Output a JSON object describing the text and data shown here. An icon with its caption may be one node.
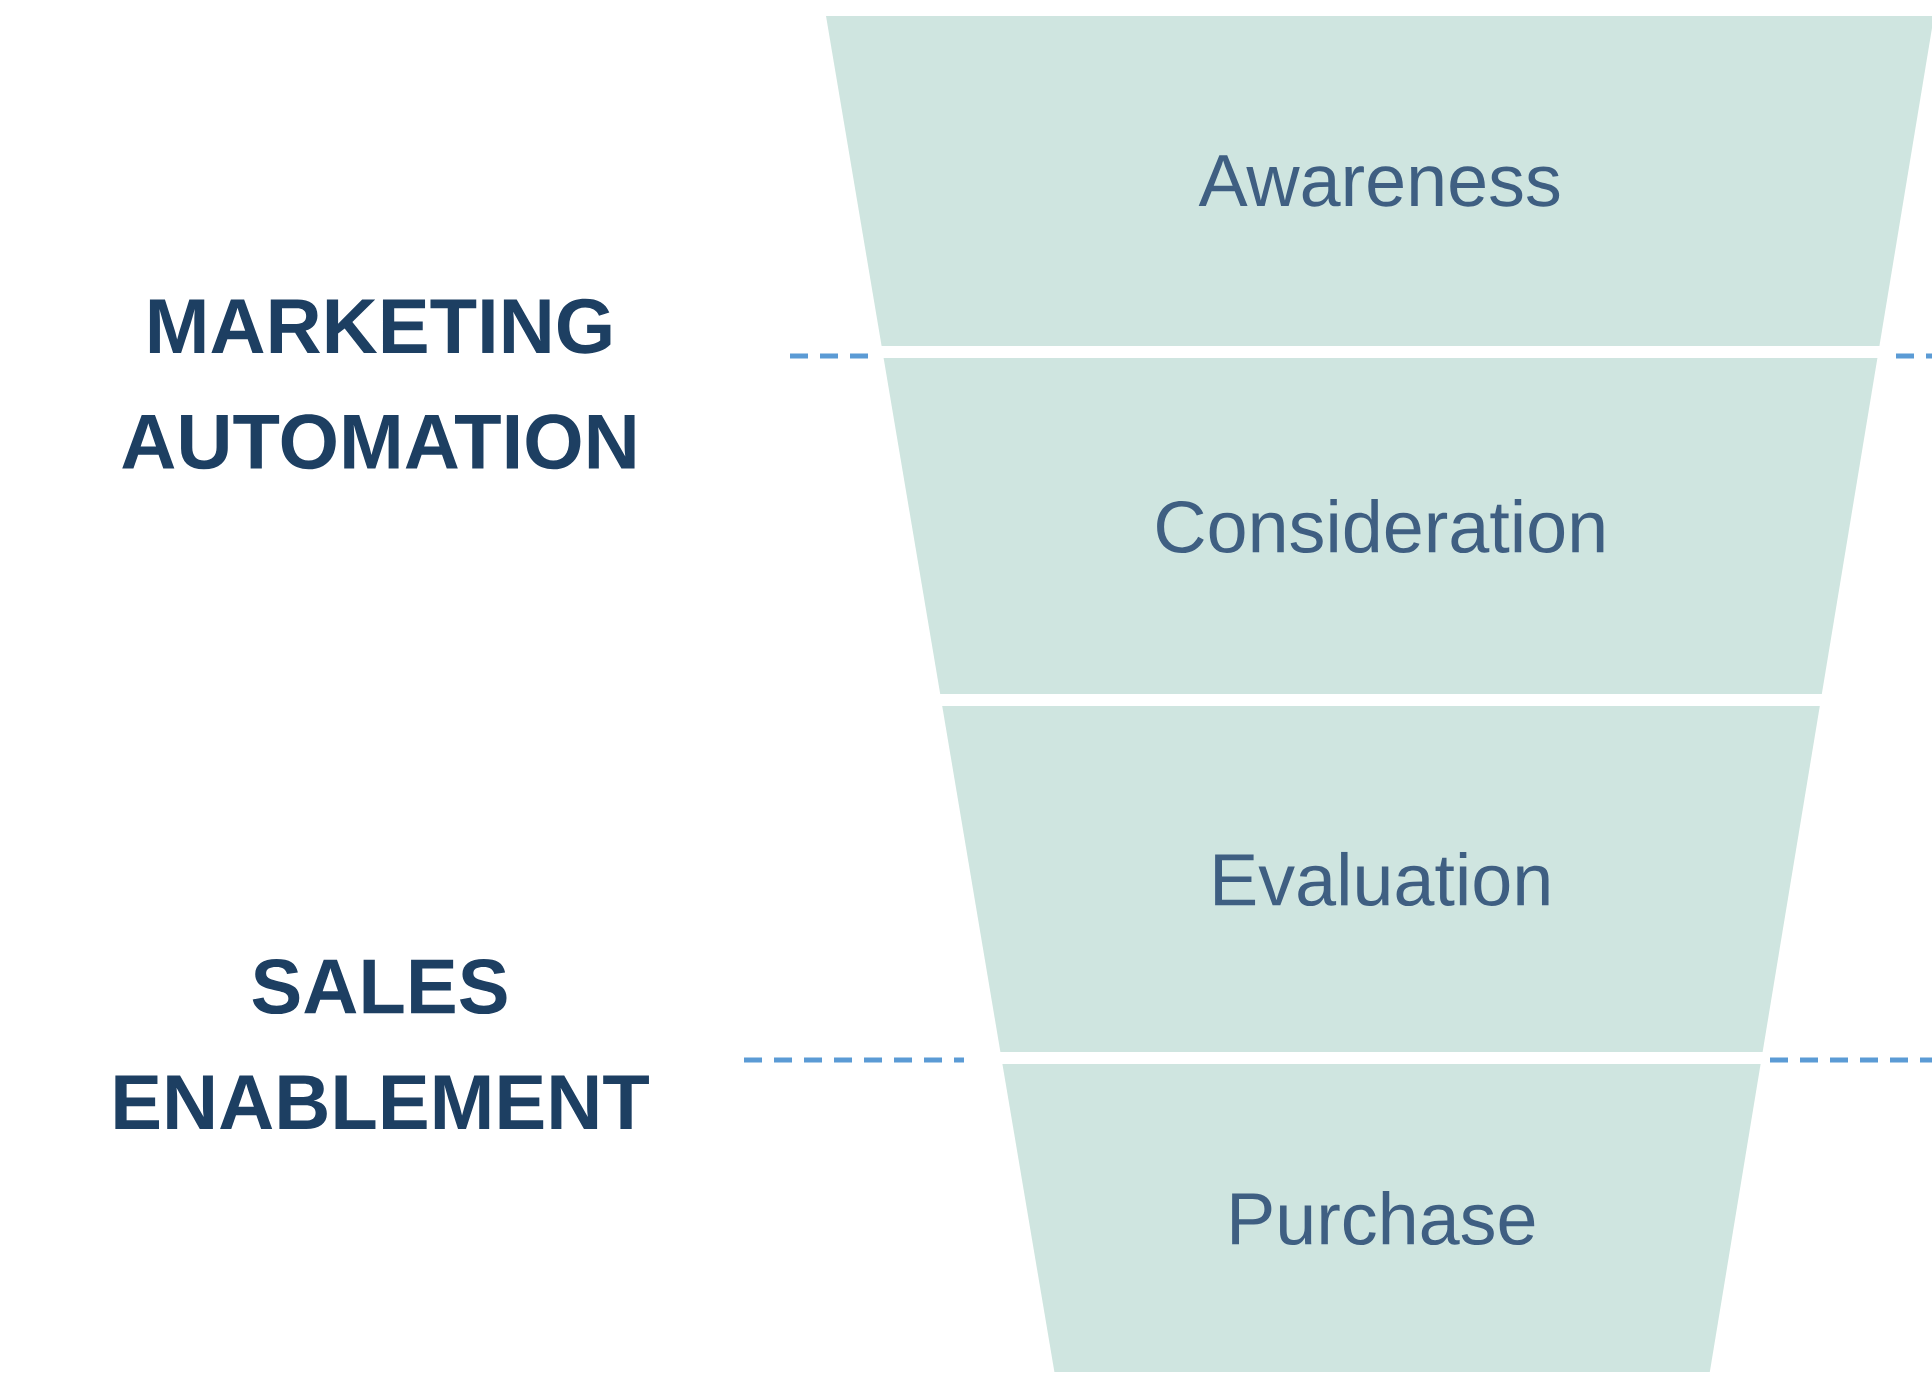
{
  "diagram": {
    "nodes": [
      {
        "text": [
          "Awareness"
        ]
      },
      {
        "text": [
          "Consideration"
        ]
      },
      {
        "text": [
          "Evaluation"
        ]
      },
      {
        "text": [
          "Purchase"
        ]
      }
    ],
    "labels": [
      "MARKETING AUTOMATION",
      "SALES ENABLEMENT"
    ]
  }
}
